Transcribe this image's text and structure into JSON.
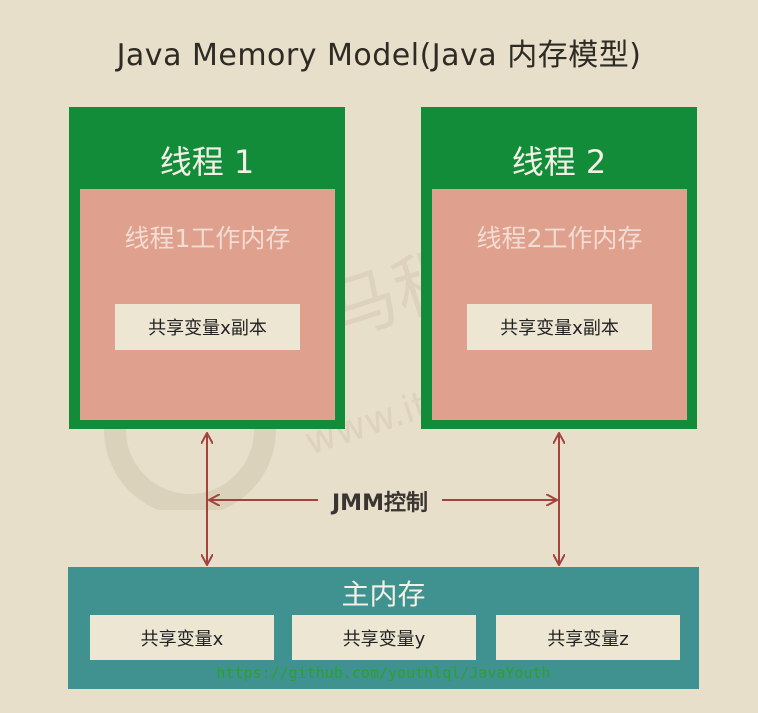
{
  "title": "Java Memory Model(Java 内存模型)",
  "watermark": {
    "brand": "黑马程序员",
    "url": "www.itheima.com"
  },
  "threads": [
    {
      "title": "线程 1",
      "work_memory": "线程1工作内存",
      "copy": "共享变量x副本"
    },
    {
      "title": "线程 2",
      "work_memory": "线程2工作内存",
      "copy": "共享变量x副本"
    }
  ],
  "control_label": "JMM控制",
  "main_memory": {
    "title": "主内存",
    "variables": [
      "共享变量x",
      "共享变量y",
      "共享变量z"
    ],
    "footer_url": "https://github.com/youthlql/JavaYouth"
  },
  "colors": {
    "background": "#e8dfcb",
    "thread": "#138c3a",
    "work_memory": "#e0a08e",
    "main_memory": "#3f9290",
    "box": "#ece6d3",
    "arrow": "#a3433c",
    "url_text": "#2aa12a"
  }
}
